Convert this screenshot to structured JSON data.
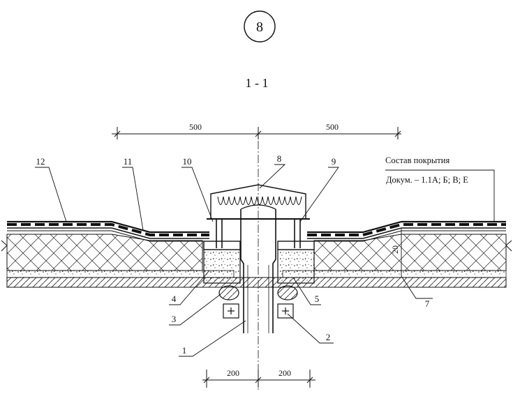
{
  "sheet_number": "8",
  "section_title": "1 - 1",
  "dimensions": {
    "top_left": "500",
    "top_right": "500",
    "bottom_left": "200",
    "bottom_right": "200",
    "slope_gap": "20"
  },
  "roof_note": {
    "heading": "Состав покрытия",
    "reference": "Докум. – 1.1А; Б; В; Е"
  },
  "callouts": {
    "c1": "1",
    "c2": "2",
    "c3": "3",
    "c4": "4",
    "c5": "5",
    "c7": "7",
    "c8": "8",
    "c9": "9",
    "c10": "10",
    "c11": "11",
    "c12": "12"
  }
}
